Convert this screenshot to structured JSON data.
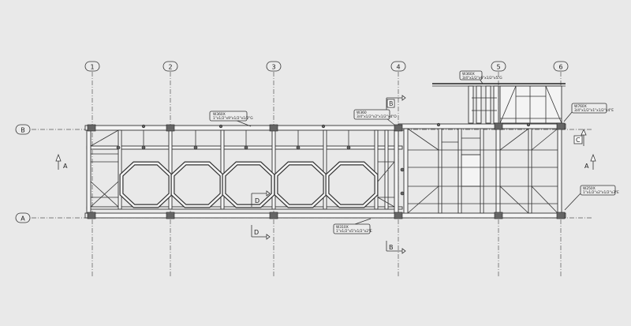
{
  "grid": {
    "columns": [
      "1",
      "2",
      "3",
      "4",
      "5",
      "6"
    ],
    "rows": [
      "B",
      "A"
    ]
  },
  "section_markers": {
    "left_a": "A",
    "right_a": "A",
    "top_b": "B",
    "bottom_b": "B",
    "top_c": "C",
    "mid_d": "D",
    "bottom_d": "D"
  },
  "callouts": [
    {
      "line1": "W360X",
      "line2": "1\"x1/2\"x9\"x1/2\"x1/2\"G"
    },
    {
      "line1": "W360",
      "line2": "3/4\"x1/2\"x2\"x1/2\"x4\"O"
    },
    {
      "line1": "W360X",
      "line2": "3/4\"x1/2\"x6\"x1/2\"x5\"G"
    },
    {
      "line1": "W760X",
      "line2": "3/4\"x1/2\"x1\"x1/2\"x4\"E"
    },
    {
      "line1": "W250X",
      "line2": "1\"x1/2\"x2\"x1/2\"x3\"E"
    },
    {
      "line1": "W310X",
      "line2": "1\"x1/2\"x5\"x1/2\"x2\"E"
    }
  ],
  "colors": {
    "background": "#e9e9e9",
    "lines": "#333333",
    "members": "#f4f4f4"
  }
}
